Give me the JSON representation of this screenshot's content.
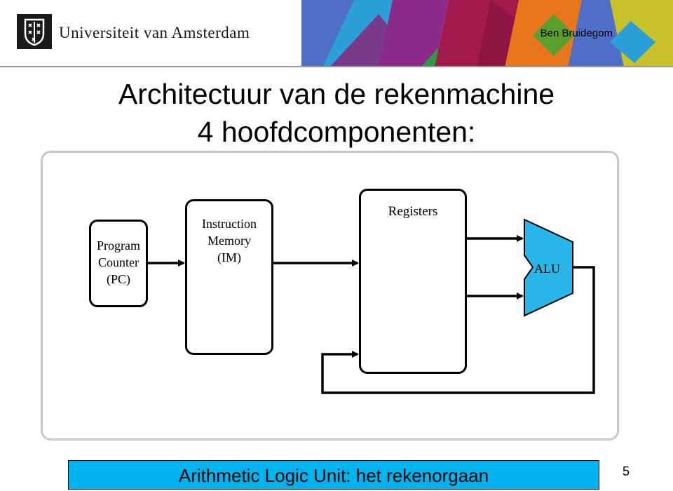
{
  "header": {
    "university": "Universiteit van Amsterdam",
    "author": "Ben Bruidegom",
    "palette": [
      "#4f6fc7",
      "#7a3a8c",
      "#a1194d",
      "#2f9a46",
      "#e8761c",
      "#c7c12a",
      "#2c9fd8",
      "#5a9f2e"
    ]
  },
  "slide": {
    "title_line1": "Architectuur van de rekenmachine",
    "title_line2": "4 hoofdcomponenten:"
  },
  "diagram": {
    "pc": {
      "line1": "Program",
      "line2": "Counter",
      "line3": "(PC)"
    },
    "im": {
      "line1": "Instruction",
      "line2": "Memory",
      "line3": "(IM)"
    },
    "registers": {
      "label": "Registers"
    },
    "alu": {
      "label": "ALU",
      "color": "#29b6e8"
    }
  },
  "footer": {
    "caption": "Arithmetic Logic Unit: het rekenorgaan",
    "caption_bg": "#00b4f0",
    "page_number": "5"
  }
}
